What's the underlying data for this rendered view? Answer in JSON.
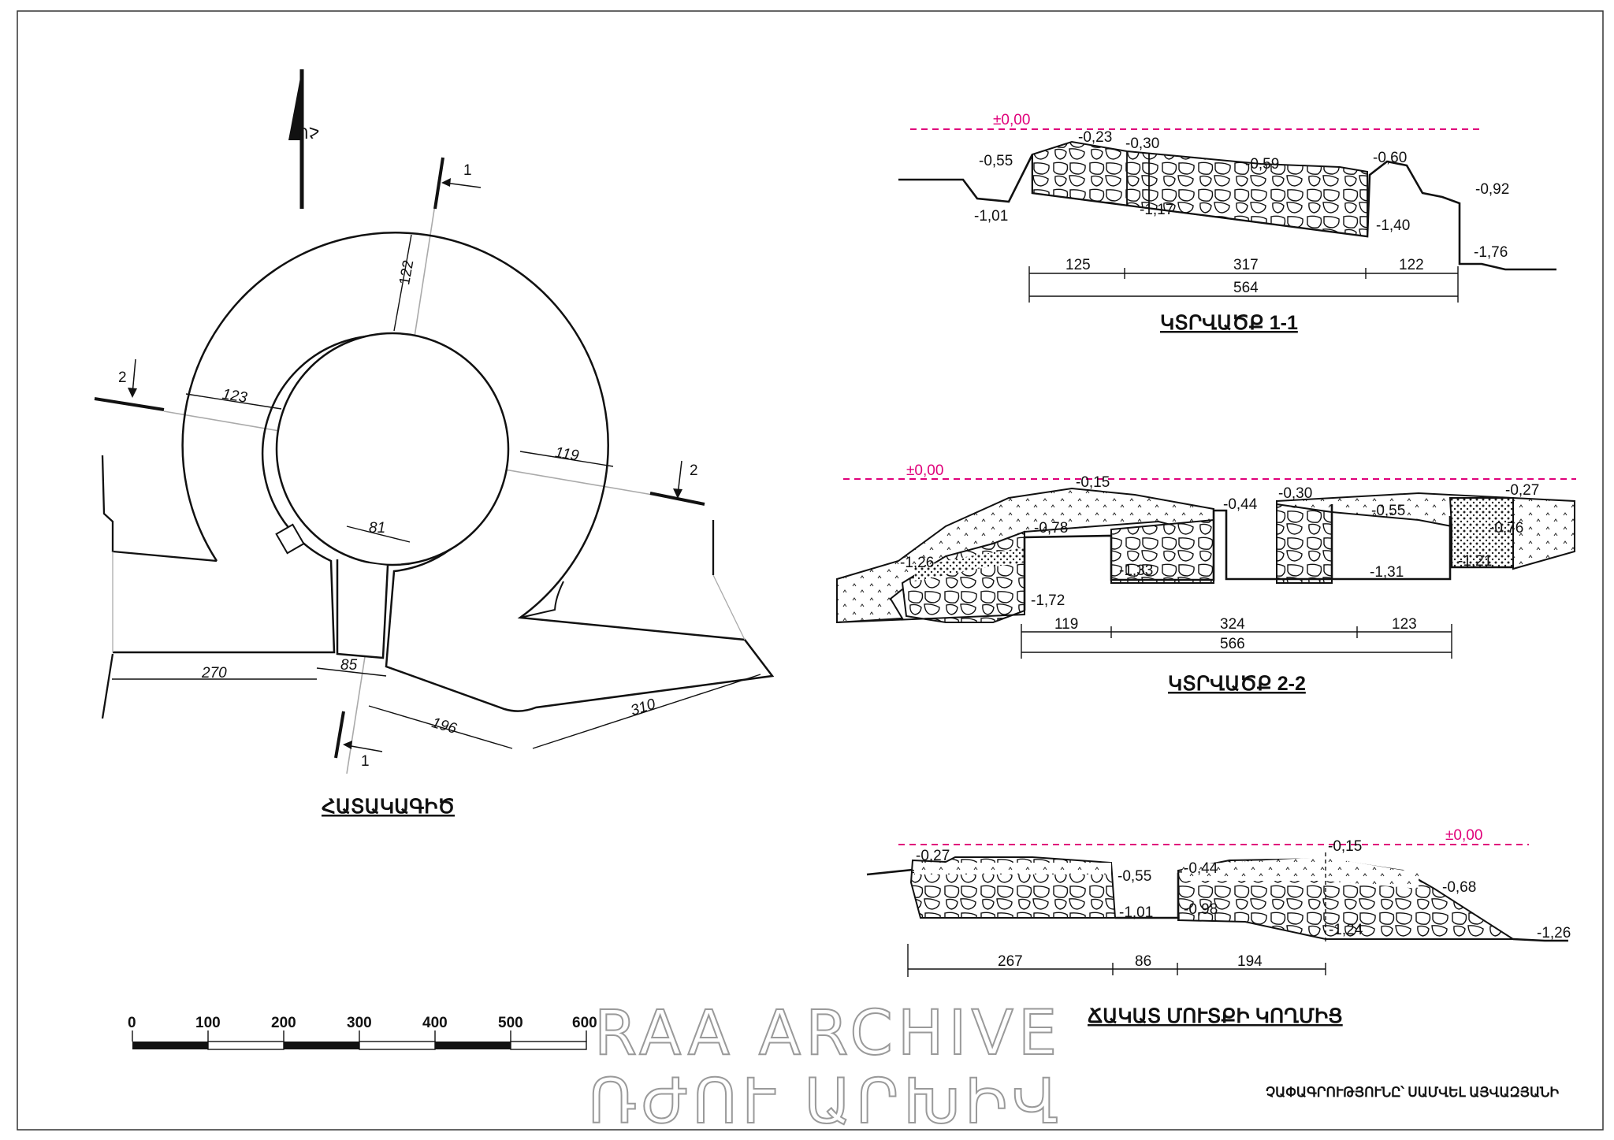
{
  "plan": {
    "title": "ՀԱՏԱԿԱԳԻԾ",
    "north_label": "ՀՍ",
    "cut_marks": [
      "1",
      "1",
      "2",
      "2"
    ],
    "dimensions": [
      "122",
      "123",
      "119",
      "81",
      "85",
      "270",
      "196",
      "310"
    ]
  },
  "section_1": {
    "title": "ԿՏՐՎԱԾՔ   1-1",
    "datum": "±0,00",
    "levels": [
      "-0,23",
      "-0,30",
      "-0,55",
      "-0,59",
      "-0,60",
      "-0,92",
      "-1,01",
      "-1,17",
      "-1,40",
      "-1,76"
    ],
    "dims_top": [
      "125",
      "317",
      "122"
    ],
    "dim_total": "564"
  },
  "section_2": {
    "title": "ԿՏՐՎԱԾՔ   2-2",
    "datum": "±0,00",
    "levels": [
      "-0,15",
      "-0,44",
      "-0,30",
      "-0,55",
      "-0,27",
      "-0,78",
      "-0,76",
      "-1,26",
      "-1,33",
      "-1,72",
      "-1,31",
      "-1,21"
    ],
    "dims_top": [
      "119",
      "324",
      "123"
    ],
    "dim_total": "566"
  },
  "facade": {
    "title": "ՃԱԿԱՏ ՄՈՒՏՔԻ ԿՈՂՄԻՑ",
    "datum": "±0,00",
    "levels": [
      "-0,27",
      "-0,55",
      "-0,44",
      "-0,15",
      "-0,68",
      "-1,01",
      "-0,98",
      "-1,24",
      "-1,26"
    ],
    "dims": [
      "267",
      "86",
      "194"
    ]
  },
  "scale_bar": {
    "ticks": [
      "0",
      "100",
      "200",
      "300",
      "400",
      "500",
      "600"
    ]
  },
  "credit": "ՉԱՓԱԳՐՈՒԹՅՈՒՆԸ՝ ՍԱՄՎԵԼ ԱՅՎԱԶՅԱՆԻ",
  "watermark": {
    "line1": "RAA ARCHIVE",
    "line2": "ՌԺՈՒ ԱՐԽԻՎ"
  },
  "colors": {
    "datum": "#e0007a",
    "ink": "#111111"
  }
}
